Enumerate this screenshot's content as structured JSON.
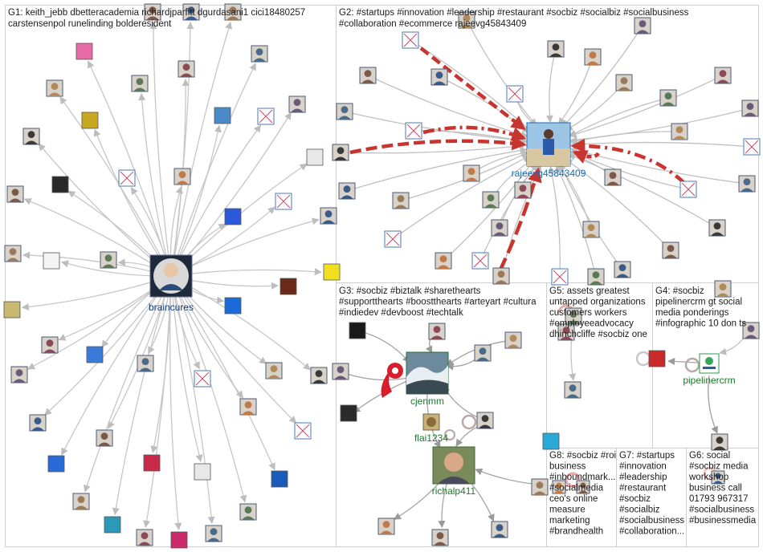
{
  "colors": {
    "edge": "#c4c4c4",
    "edge_dark": "#a89a9a",
    "edge_red": "#c8352e",
    "box_border": "#cfcfcf",
    "hub_label": "#0b3a7a",
    "hub_label_g2": "#1a6bb0",
    "hub_label_green": "#1a7a2a"
  },
  "groups": [
    {
      "id": "G1",
      "lines": [
        "G1: keith_jebb dbetteracademia richardjparfitt dgurdasani1 cici18480257",
        "carstensenpol runelinding bolderesident"
      ]
    },
    {
      "id": "G2",
      "lines": [
        "G2: #startups #innovation #leadership #restaurant #socbiz #socialbiz #socialbusiness",
        "#collaboration #ecommerce rajeevg45843409"
      ]
    },
    {
      "id": "G3",
      "lines": [
        "G3: #socbiz #biztalk #sharethearts",
        "#supportthearts #boostthearts #arteyart #cultura",
        "#indiedev #devboost #techtalk"
      ]
    },
    {
      "id": "G5",
      "lines": [
        "G5: assets greatest",
        "untapped organizations",
        "customers workers",
        "#employeeadvocacy",
        "dhinchcliffe #socbiz one"
      ]
    },
    {
      "id": "G4",
      "lines": [
        "G4: #socbiz",
        "pipelinercrm gt social",
        "media ponderings",
        "#infographic 10 don ts"
      ]
    },
    {
      "id": "G8",
      "lines": [
        "G8: #socbiz #roi",
        "business",
        "#inboundmark...",
        "#socialmedia",
        "ceo's online",
        "measure",
        "marketing",
        "#brandhealth"
      ]
    },
    {
      "id": "G7",
      "lines": [
        "G7: #startups",
        "#innovation",
        "#leadership",
        "#restaurant",
        "#socbiz",
        "#socialbiz",
        "#socialbusiness",
        "#collaboration..."
      ]
    },
    {
      "id": "G6",
      "lines": [
        "G6: social",
        "#socbiz media",
        "workshop",
        "business call",
        "01793 967317",
        "#socialbusiness",
        "#businessmedia"
      ]
    }
  ],
  "hubs": {
    "braincures": "braincures",
    "rajeevg": "rajeevg45843409",
    "cjenmm": "cjenmm",
    "flai": "flai1234",
    "richalp": "richalp411",
    "pipeliner": "pipelinercrm"
  }
}
